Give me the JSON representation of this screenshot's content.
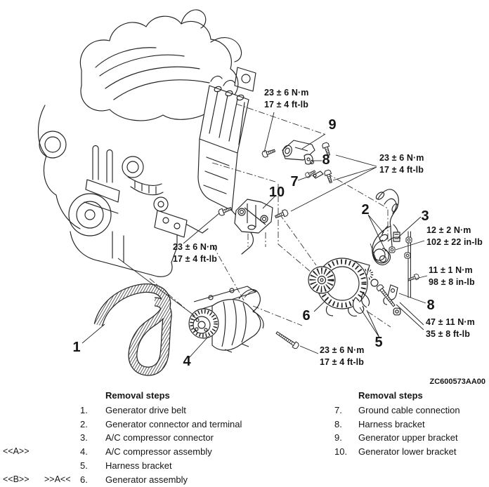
{
  "figure": {
    "code": "ZC600573AA00"
  },
  "diagram": {
    "torque_labels": [
      {
        "name": "torque-generator-upper-bracket-bolt",
        "line1": "23 ± 6 N·m",
        "line2": "17 ± 4 ft-lb"
      },
      {
        "name": "torque-bracket-bolts-right",
        "line1": "23 ± 6 N·m",
        "line2": "17 ± 4 ft-lb"
      },
      {
        "name": "torque-terminal-nut",
        "line1": "12 ± 2 N·m",
        "line2": "102 ± 22 in-lb"
      },
      {
        "name": "torque-harness-bracket-bolt",
        "line1": "11 ± 1 N·m",
        "line2": "98 ± 8 in-lb"
      },
      {
        "name": "torque-generator-pivot-stud",
        "line1": "47 ± 11 N·m",
        "line2": "35 ± 8 ft-lb"
      },
      {
        "name": "torque-generator-lower-bracket-bolt",
        "line1": "23 ± 6 N·m",
        "line2": "17 ± 4 ft-lb"
      },
      {
        "name": "torque-compressor-bolt",
        "line1": "23 ± 6 N·m",
        "line2": "17 ± 4 ft-lb"
      }
    ],
    "callouts": [
      {
        "label": "9"
      },
      {
        "label": "8"
      },
      {
        "label": "7"
      },
      {
        "label": "10"
      },
      {
        "label": "2"
      },
      {
        "label": "3"
      },
      {
        "label": "8"
      },
      {
        "label": "6"
      },
      {
        "label": "5"
      },
      {
        "label": "4"
      },
      {
        "label": "1"
      }
    ]
  },
  "steps": {
    "left": {
      "header": "Removal steps",
      "rows": [
        {
          "marker_a": "",
          "marker_b": "",
          "num": "1.",
          "label": "Generator drive belt"
        },
        {
          "marker_a": "",
          "marker_b": "",
          "num": "2.",
          "label": "Generator connector and terminal"
        },
        {
          "marker_a": "",
          "marker_b": "",
          "num": "3.",
          "label": "A/C compressor connector"
        },
        {
          "marker_a": "<<A>>",
          "marker_b": "",
          "num": "4.",
          "label": "A/C compressor assembly"
        },
        {
          "marker_a": "",
          "marker_b": "",
          "num": "5.",
          "label": "Harness bracket"
        },
        {
          "marker_a": "<<B>>",
          "marker_b": ">>A<<",
          "num": "6.",
          "label": "Generator assembly"
        }
      ]
    },
    "right": {
      "header": "Removal steps",
      "rows": [
        {
          "num": "7.",
          "label": "Ground cable connection"
        },
        {
          "num": "8.",
          "label": "Harness bracket"
        },
        {
          "num": "9.",
          "label": "Generator upper bracket"
        },
        {
          "num": "10.",
          "label": "Generator lower bracket"
        }
      ]
    }
  }
}
